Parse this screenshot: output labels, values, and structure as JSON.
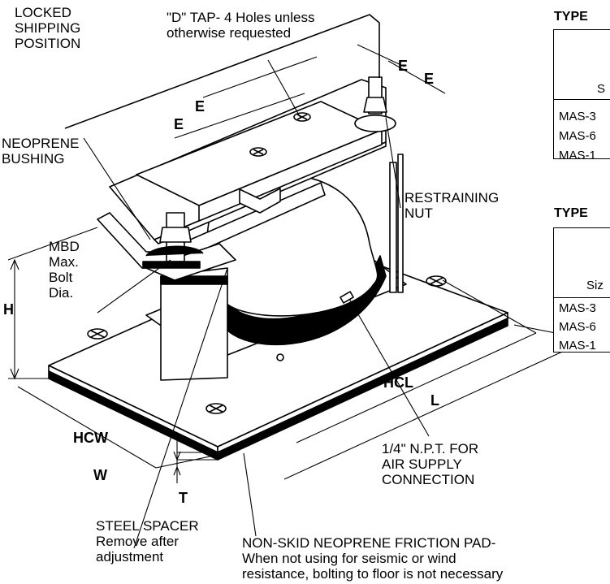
{
  "labels": {
    "locked": [
      "LOCKED",
      "SHIPPING",
      "POSITION"
    ],
    "tap": [
      "\"D\" TAP- 4 Holes   unless",
      "otherwise requested"
    ],
    "neoprene_bushing": [
      "NEOPRENE",
      "BUSHING"
    ],
    "restraining_nut": [
      "RESTRAINING",
      "NUT"
    ],
    "mbd": [
      "MBD",
      "Max.",
      "Bolt",
      "Dia."
    ],
    "steel_spacer": [
      "STEEL SPACER",
      "Remove after",
      "adjustment"
    ],
    "air_supply": [
      "1/4\" N.P.T. FOR",
      "AIR SUPPLY",
      "CONNECTION"
    ],
    "friction_pad": [
      "NON-SKID NEOPRENE FRICTION PAD-",
      "When not using for seismic or wind",
      "resistance, bolting to floor is not necessary"
    ]
  },
  "dimensions": {
    "E": "E",
    "H": "H",
    "HCW": "HCW",
    "W": "W",
    "T": "T",
    "HCL": "HCL",
    "L": "L"
  },
  "tables": [
    {
      "title": "TYPE",
      "header": "S",
      "rows": [
        "MAS-3",
        "MAS-6",
        "MAS-1"
      ]
    },
    {
      "title": "TYPE",
      "header": "Siz",
      "rows": [
        "MAS-3",
        "MAS-6",
        "MAS-1"
      ]
    }
  ]
}
